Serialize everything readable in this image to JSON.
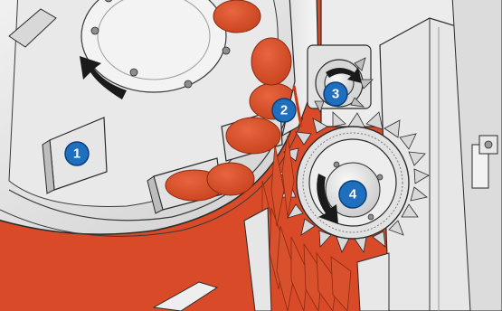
{
  "callouts": [
    {
      "label": "1",
      "part": "paddle"
    },
    {
      "label": "2",
      "part": "feed-inlet"
    },
    {
      "label": "3",
      "part": "feed-roller"
    },
    {
      "label": "4",
      "part": "cutting-wheel"
    }
  ],
  "colors": {
    "background": "#d84a28",
    "product": "#d9502c",
    "product_dark": "#b93a1c",
    "metal_light": "#ececec",
    "metal_mid": "#d4d4d4",
    "metal_dark": "#a9a9a9",
    "outline": "#2a2a2a",
    "callout": "#1f6fbf",
    "arrow": "#1a1a1a"
  },
  "icons": {
    "rotation_arrow_impeller": "curved-arrow-icon",
    "rotation_arrow_roller": "curved-arrow-icon",
    "rotation_arrow_wheel": "curved-arrow-icon"
  }
}
